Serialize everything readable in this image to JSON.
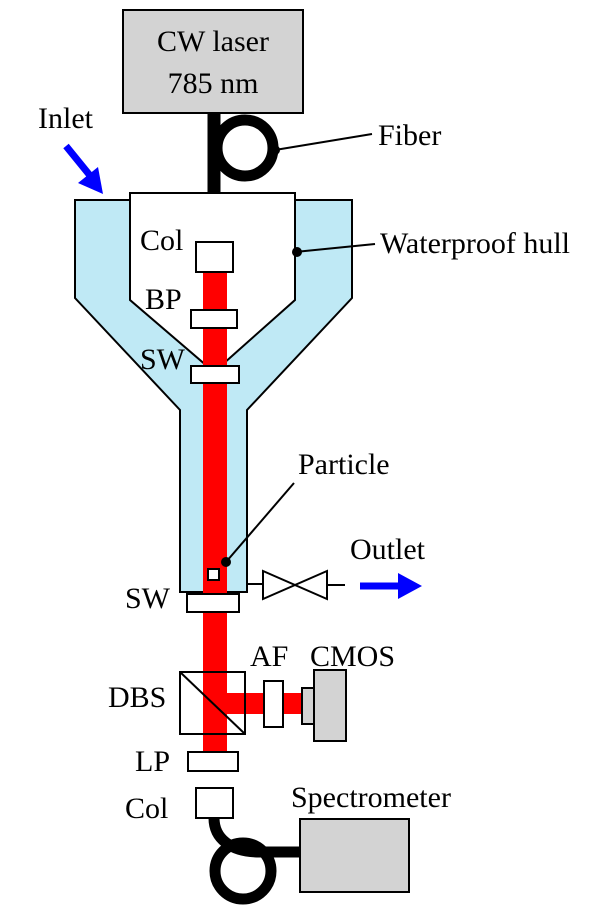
{
  "colors": {
    "hull_water": "#bfe9f5",
    "beam": "#ff0000",
    "device_fill": "#d3d3d3",
    "arrow": "#0000ff",
    "outline": "#000000"
  },
  "laser": {
    "line1": "CW laser",
    "line2": "785 nm"
  },
  "labels": {
    "inlet": "Inlet",
    "fiber": "Fiber",
    "waterproof_hull": "Waterproof hull",
    "col_top": "Col",
    "bp": "BP",
    "sw_top": "SW",
    "particle": "Particle",
    "outlet": "Outlet",
    "sw_bottom": "SW",
    "af": "AF",
    "cmos": "CMOS",
    "dbs": "DBS",
    "lp": "LP",
    "col_bottom": "Col",
    "spectrometer": "Spectrometer"
  }
}
